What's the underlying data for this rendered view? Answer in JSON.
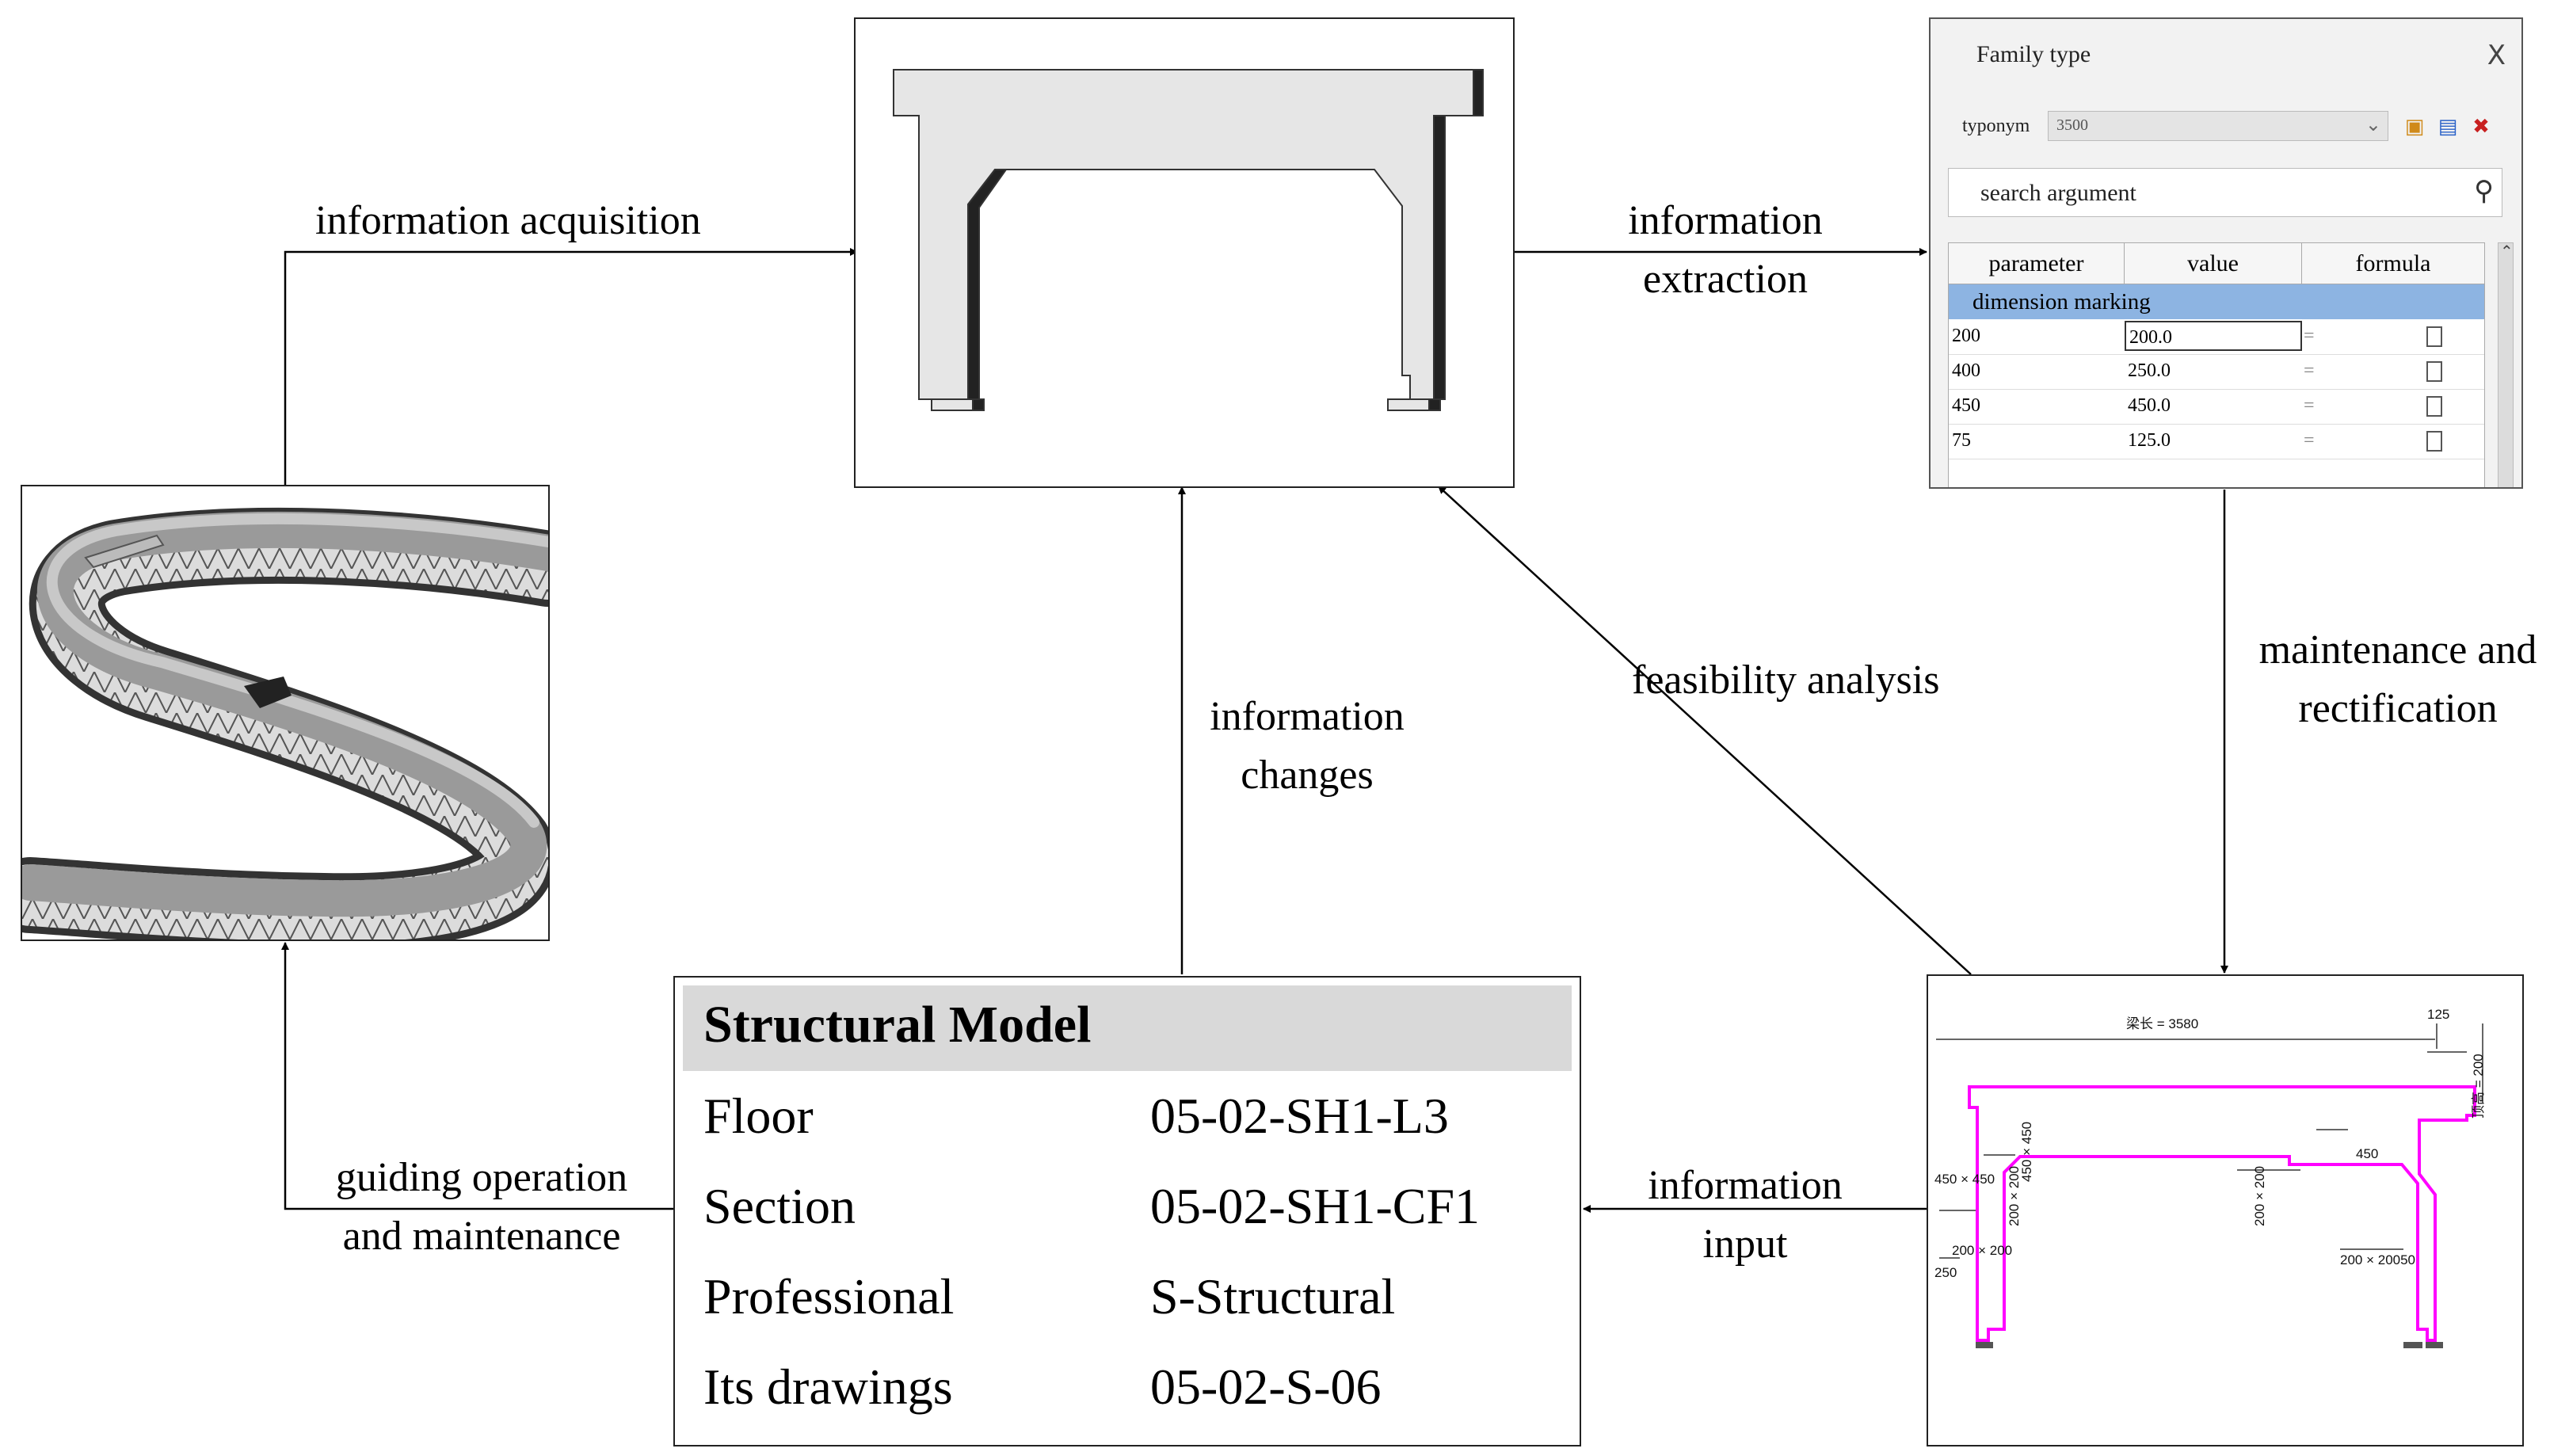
{
  "labels": {
    "info_acquisition": "information acquisition",
    "info_extraction": [
      "information",
      "extraction"
    ],
    "maintenance": [
      "maintenance and",
      "rectification"
    ],
    "feasibility": "feasibility analysis",
    "info_changes": [
      "information",
      "changes"
    ],
    "info_input": [
      "information",
      "input"
    ],
    "guiding": [
      "guiding operation",
      "and maintenance"
    ]
  },
  "family_type": {
    "title": "Family type",
    "close": "X",
    "typonym_label": "typonym",
    "typonym_value": "3500",
    "search_placeholder": "search argument",
    "headers": [
      "parameter",
      "value",
      "formula"
    ],
    "group": "dimension marking",
    "rows": [
      {
        "parameter": "200",
        "value": "200.0",
        "formula": "="
      },
      {
        "parameter": "400",
        "value": "250.0",
        "formula": "="
      },
      {
        "parameter": "450",
        "value": "450.0",
        "formula": "="
      },
      {
        "parameter": "75",
        "value": "125.0",
        "formula": "="
      }
    ]
  },
  "structural_model": {
    "title": "Structural Model",
    "rows": [
      {
        "key": "Floor",
        "value": "05-02-SH1-L3"
      },
      {
        "key": "Section",
        "value": "05-02-SH1-CF1"
      },
      {
        "key": "Professional",
        "value": "S-Structural"
      },
      {
        "key": "Its drawings",
        "value": "05-02-S-06"
      }
    ]
  },
  "drawing_dims": {
    "span": "梁长 = 3580",
    "d125": "125",
    "d200r": "顶高 = 200",
    "d450v": "450 × 450",
    "d450h": "450 × 450",
    "d200a": "200 × 200",
    "d250": "250",
    "d200b": "200 × 200",
    "d200c": "200 × 200",
    "d450r": "450",
    "d20050": "200 × 20050"
  },
  "colors": {
    "drawing_line": "#ff00ff",
    "group_row": "#8db4e2",
    "header_band": "#d9d9d9"
  }
}
